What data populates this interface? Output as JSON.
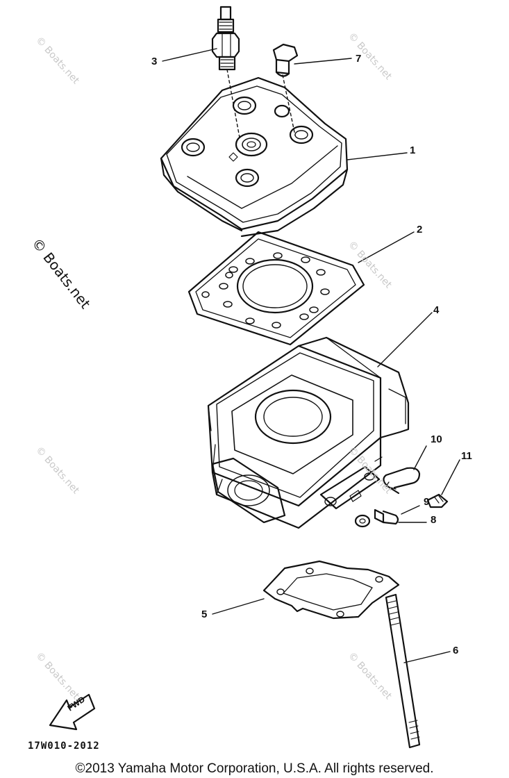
{
  "diagram": {
    "callouts": [
      {
        "id": "1",
        "label": "1"
      },
      {
        "id": "2",
        "label": "2"
      },
      {
        "id": "3",
        "label": "3"
      },
      {
        "id": "4",
        "label": "4"
      },
      {
        "id": "5",
        "label": "5"
      },
      {
        "id": "6",
        "label": "6"
      },
      {
        "id": "7",
        "label": "7"
      },
      {
        "id": "8",
        "label": "8"
      },
      {
        "id": "9",
        "label": "9"
      },
      {
        "id": "10",
        "label": "10"
      },
      {
        "id": "11",
        "label": "11"
      }
    ],
    "fwd_label": "FWD",
    "drawing_code": "17W010-2012",
    "watermark": "© Boats.net",
    "watermark_large": "© Boats.net",
    "copyright": "©2013 Yamaha Motor Corporation, U.S.A. All rights reserved."
  }
}
